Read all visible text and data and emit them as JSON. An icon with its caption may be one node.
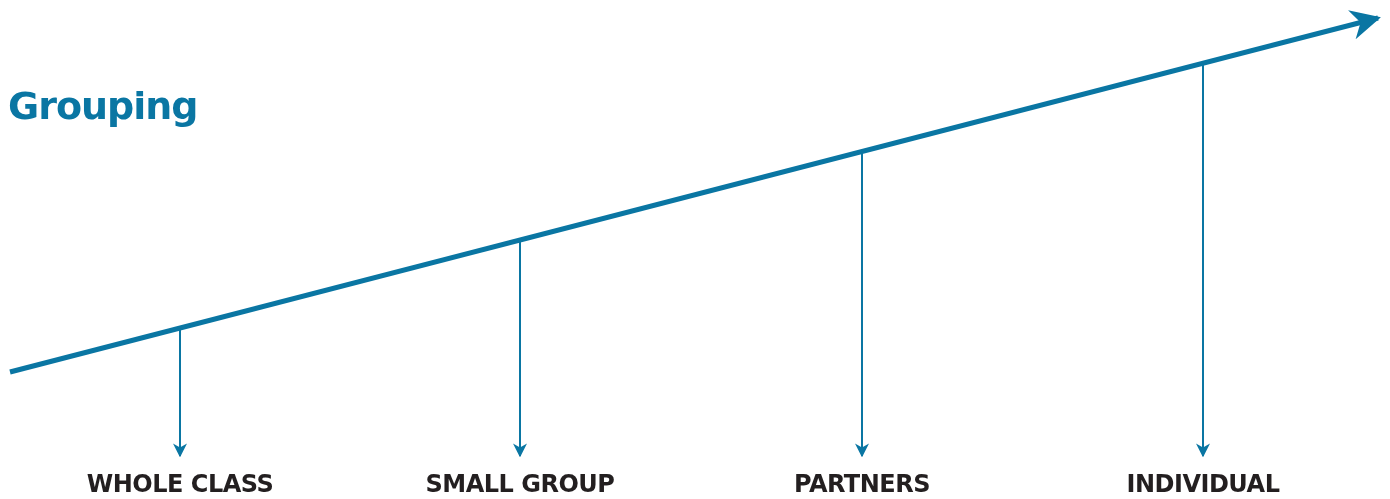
{
  "diagram": {
    "title": "Grouping",
    "nodes": [
      {
        "text": [
          "WHOLE CLASS"
        ]
      },
      {
        "text": [
          "SMALL GROUP"
        ]
      },
      {
        "text": [
          "PARTNERS"
        ]
      },
      {
        "text": [
          "INDIVIDUAL"
        ]
      }
    ],
    "edges": [
      {
        "from": null,
        "to": 0,
        "arrow": "to"
      },
      {
        "from": null,
        "to": 1,
        "arrow": "to"
      },
      {
        "from": null,
        "to": 2,
        "arrow": "to"
      },
      {
        "from": null,
        "to": 3,
        "arrow": "to"
      }
    ]
  }
}
